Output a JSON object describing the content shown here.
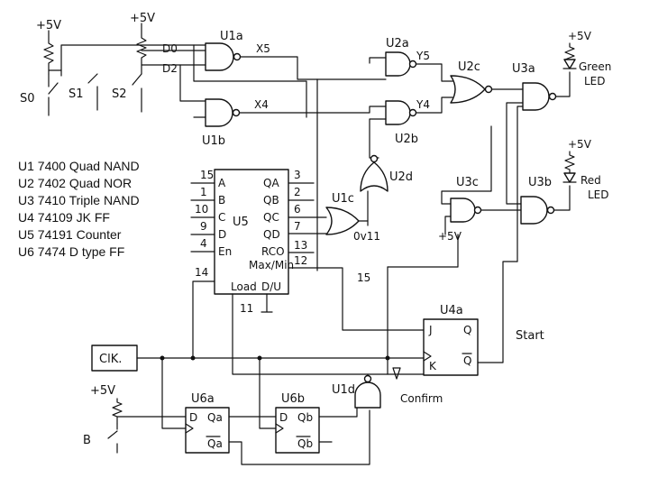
{
  "parts_list": [
    "U1 7400 Quad NAND",
    "U2 7402 Quad NOR",
    "U3 7410 Triple NAND",
    "U4 74109 JK FF",
    "U5 74191 Counter",
    "U6 7474 D type FF"
  ],
  "supply": {
    "vcc": "+5V"
  },
  "switches": {
    "s0": "S0",
    "s1": "S1",
    "s2": "S2",
    "b": "B"
  },
  "gates": {
    "u1a": "U1a",
    "u1b": "U1b",
    "u1c": "U1c",
    "u1d": "U1d",
    "u2a": "U2a",
    "u2b": "U2b",
    "u2c": "U2c",
    "u2d": "U2d",
    "u3a": "U3a",
    "u3b": "U3b",
    "u3c": "U3c"
  },
  "signals": {
    "d0": "D0",
    "d2": "D2",
    "x5": "X5",
    "x4": "X4",
    "y5": "Y5",
    "y4": "Y4",
    "clk": "ClK.",
    "start": "Start",
    "confirm": "Confirm"
  },
  "leds": {
    "green": [
      "Green",
      "LED"
    ],
    "red": [
      "Red",
      "LED"
    ]
  },
  "counter": {
    "name": "U5",
    "inputs": [
      {
        "pin": "15",
        "label": "A"
      },
      {
        "pin": "1",
        "label": "B"
      },
      {
        "pin": "10",
        "label": "C"
      },
      {
        "pin": "9",
        "label": "D"
      },
      {
        "pin": "4",
        "label": "En"
      }
    ],
    "outputs": [
      {
        "pin": "3",
        "label": "QA"
      },
      {
        "pin": "2",
        "label": "QB"
      },
      {
        "pin": "6",
        "label": "QC"
      },
      {
        "pin": "7",
        "label": "QD"
      },
      {
        "pin": "13",
        "label": "RCO"
      },
      {
        "pin": "12",
        "label": "Max/Min"
      }
    ],
    "load_pin": "14",
    "load_label": "Load",
    "du_label": "D/U",
    "pin11": "11",
    "pin15": "15",
    "u1c_note": "0v11"
  },
  "jk_ff": {
    "name": "U4a",
    "j": "J",
    "k": "K",
    "q": "Q",
    "qbar": "Q"
  },
  "d_ff": [
    {
      "name": "U6a",
      "d": "D",
      "q": "Qa",
      "qbar": "Qa"
    },
    {
      "name": "U6b",
      "d": "D",
      "q": "Qb",
      "qbar": "Qb"
    }
  ]
}
